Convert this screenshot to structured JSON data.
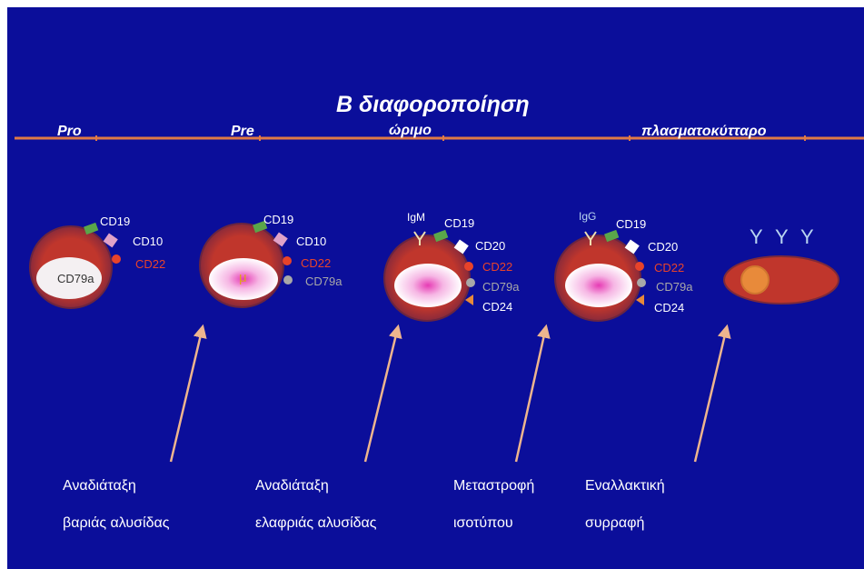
{
  "title": "Β διαφοροποίηση",
  "stages": [
    "Pro",
    "Pre",
    "ώριμο",
    "πλασματοκύτταρο"
  ],
  "cells": {
    "pro": {
      "markers": [
        "CD19",
        "CD10",
        "CD22"
      ],
      "inner_label": "CD79a"
    },
    "pre": {
      "markers": [
        "CD19",
        "CD10",
        "CD22",
        "CD79a"
      ],
      "inner_label": "μ"
    },
    "mature": {
      "surface_ig": "IgM",
      "markers": [
        "CD19",
        "CD20",
        "CD22",
        "CD79a",
        "CD24"
      ]
    },
    "switched": {
      "surface_ig": "IgG",
      "markers": [
        "CD19",
        "CD20",
        "CD22",
        "CD79a",
        "CD24"
      ]
    },
    "plasma": {
      "antibodies": "Y Y Y"
    }
  },
  "transitions": [
    {
      "line1": "Αναδιάταξη",
      "line2": "βαριάς αλυσίδας"
    },
    {
      "line1": "Αναδιάταξη",
      "line2": "ελαφριάς αλυσίδας"
    },
    {
      "line1": "Μεταστροφή",
      "line2": "ισοτύπου"
    },
    {
      "line1": "Εναλλακτική",
      "line2": "συρραφή"
    }
  ],
  "colors": {
    "background": "#0b0e9a",
    "timeline": "#e07a45",
    "cell_outer": "#c0362c",
    "cell_rim": "#7d2a3a",
    "marker_red": "#e8432a",
    "marker_gray": "#a8a8a8",
    "arrow": "#eeb58e"
  }
}
